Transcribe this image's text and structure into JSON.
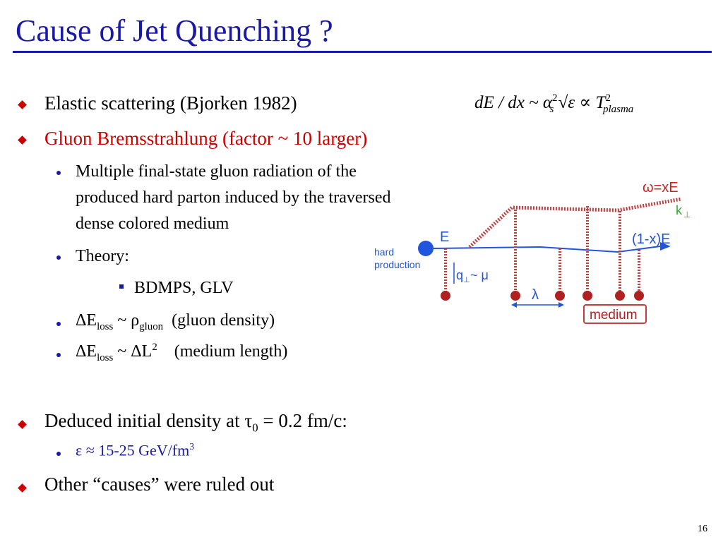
{
  "title": "Cause of Jet Quenching ?",
  "bullets": {
    "b1": "Elastic scattering (Bjorken 1982)",
    "b2": "Gluon Bremsstrahlung (factor ~ 10 larger)",
    "b2_sub1_line1": "Multiple final-state gluon radiation of the",
    "b2_sub1_line2": "produced hard parton induced by the traversed",
    "b2_sub1_line3": "dense colored medium",
    "b2_sub2": "Theory:",
    "b2_sub2_item": "BDMPS, GLV",
    "eloss1_suffix": "(gluon density)",
    "eloss2_suffix": "(medium length)",
    "b3_prefix": "Deduced initial density at ",
    "b3_value": " = 0.2 fm/c:",
    "b3_sub": "ε ≈ 15-25 GeV/fm",
    "b4": "Other “causes” were ruled out"
  },
  "formula": {
    "lhs": "dE / dx ~ α",
    "exp2": "2",
    "sub_s": "s",
    "mid": "√ε ∝ T",
    "sub_plasma": "plasma"
  },
  "diagram": {
    "label_hard_1": "hard",
    "label_hard_2": "production",
    "label_E": "E",
    "label_omega": "ω=xE",
    "label_k": "k",
    "label_1xE": "(1-x)E",
    "label_q": "q",
    "label_mu": "~ μ",
    "label_lambda": "λ",
    "label_medium": "medium"
  },
  "page_number": "16",
  "colors": {
    "title_blue": "#1a1aa6",
    "red_text": "#cc0000",
    "diagram_blue": "#2255dd",
    "gluon_red": "#c04040",
    "k_green": "#33aa33"
  }
}
